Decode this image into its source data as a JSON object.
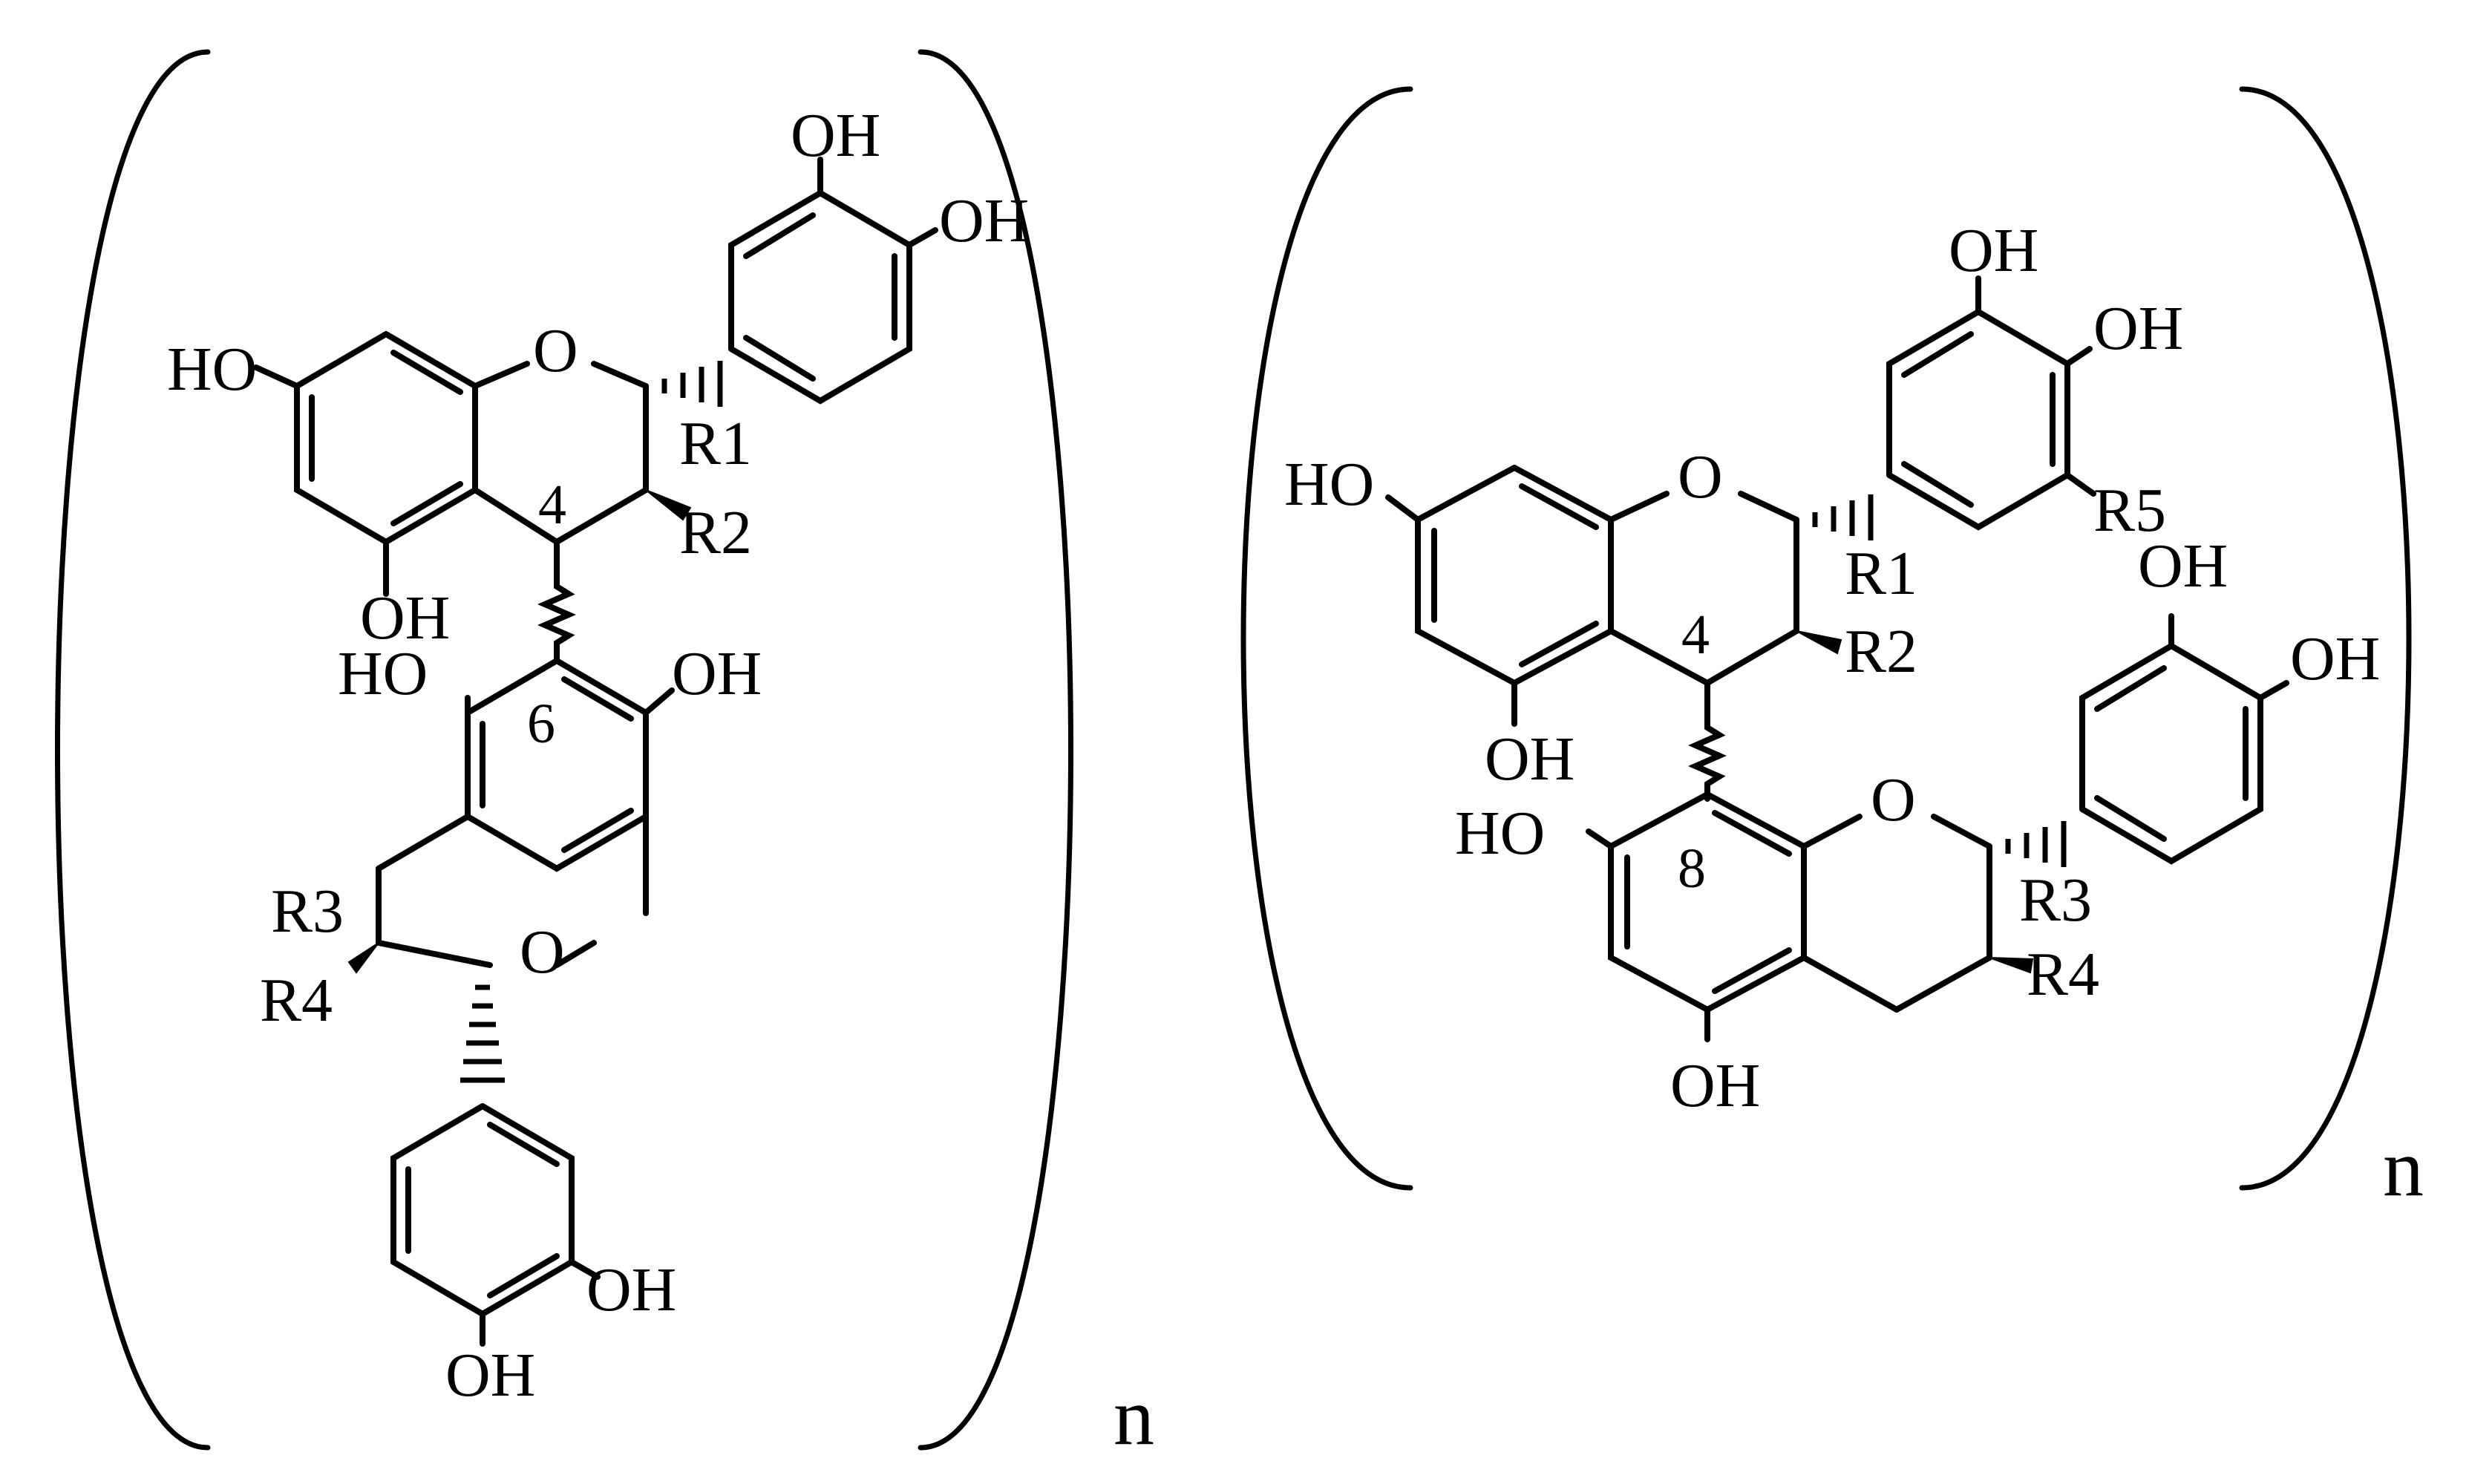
{
  "structures": [
    {
      "id": "left",
      "labels": {
        "oh_top_1": "OH",
        "oh_top_2": "OH",
        "ho_a7": "HO",
        "oxygen_c": "O",
        "r1": "R1",
        "r2": "R2",
        "pos4": "4",
        "oh_a5": "OH",
        "ho_d5": "HO",
        "pos6": "6",
        "oh_d7": "OH",
        "r3": "R3",
        "r4": "R4",
        "oxygen_f": "O",
        "oh_e3": "OH",
        "oh_e4": "OH"
      },
      "repeat": "n"
    },
    {
      "id": "right",
      "labels": {
        "oh_b3": "OH",
        "oh_b4": "OH",
        "r5": "R5",
        "ho_a7": "HO",
        "oxygen_c": "O",
        "r1": "R1",
        "r2": "R2",
        "pos4": "4",
        "oh_a5": "OH",
        "ho_d7": "HO",
        "pos8": "8",
        "oxygen_f": "O",
        "r3": "R3",
        "r4": "R4",
        "oh_d5": "OH",
        "oh_e3": "OH",
        "oh_e4": "OH"
      },
      "repeat": "n"
    }
  ]
}
